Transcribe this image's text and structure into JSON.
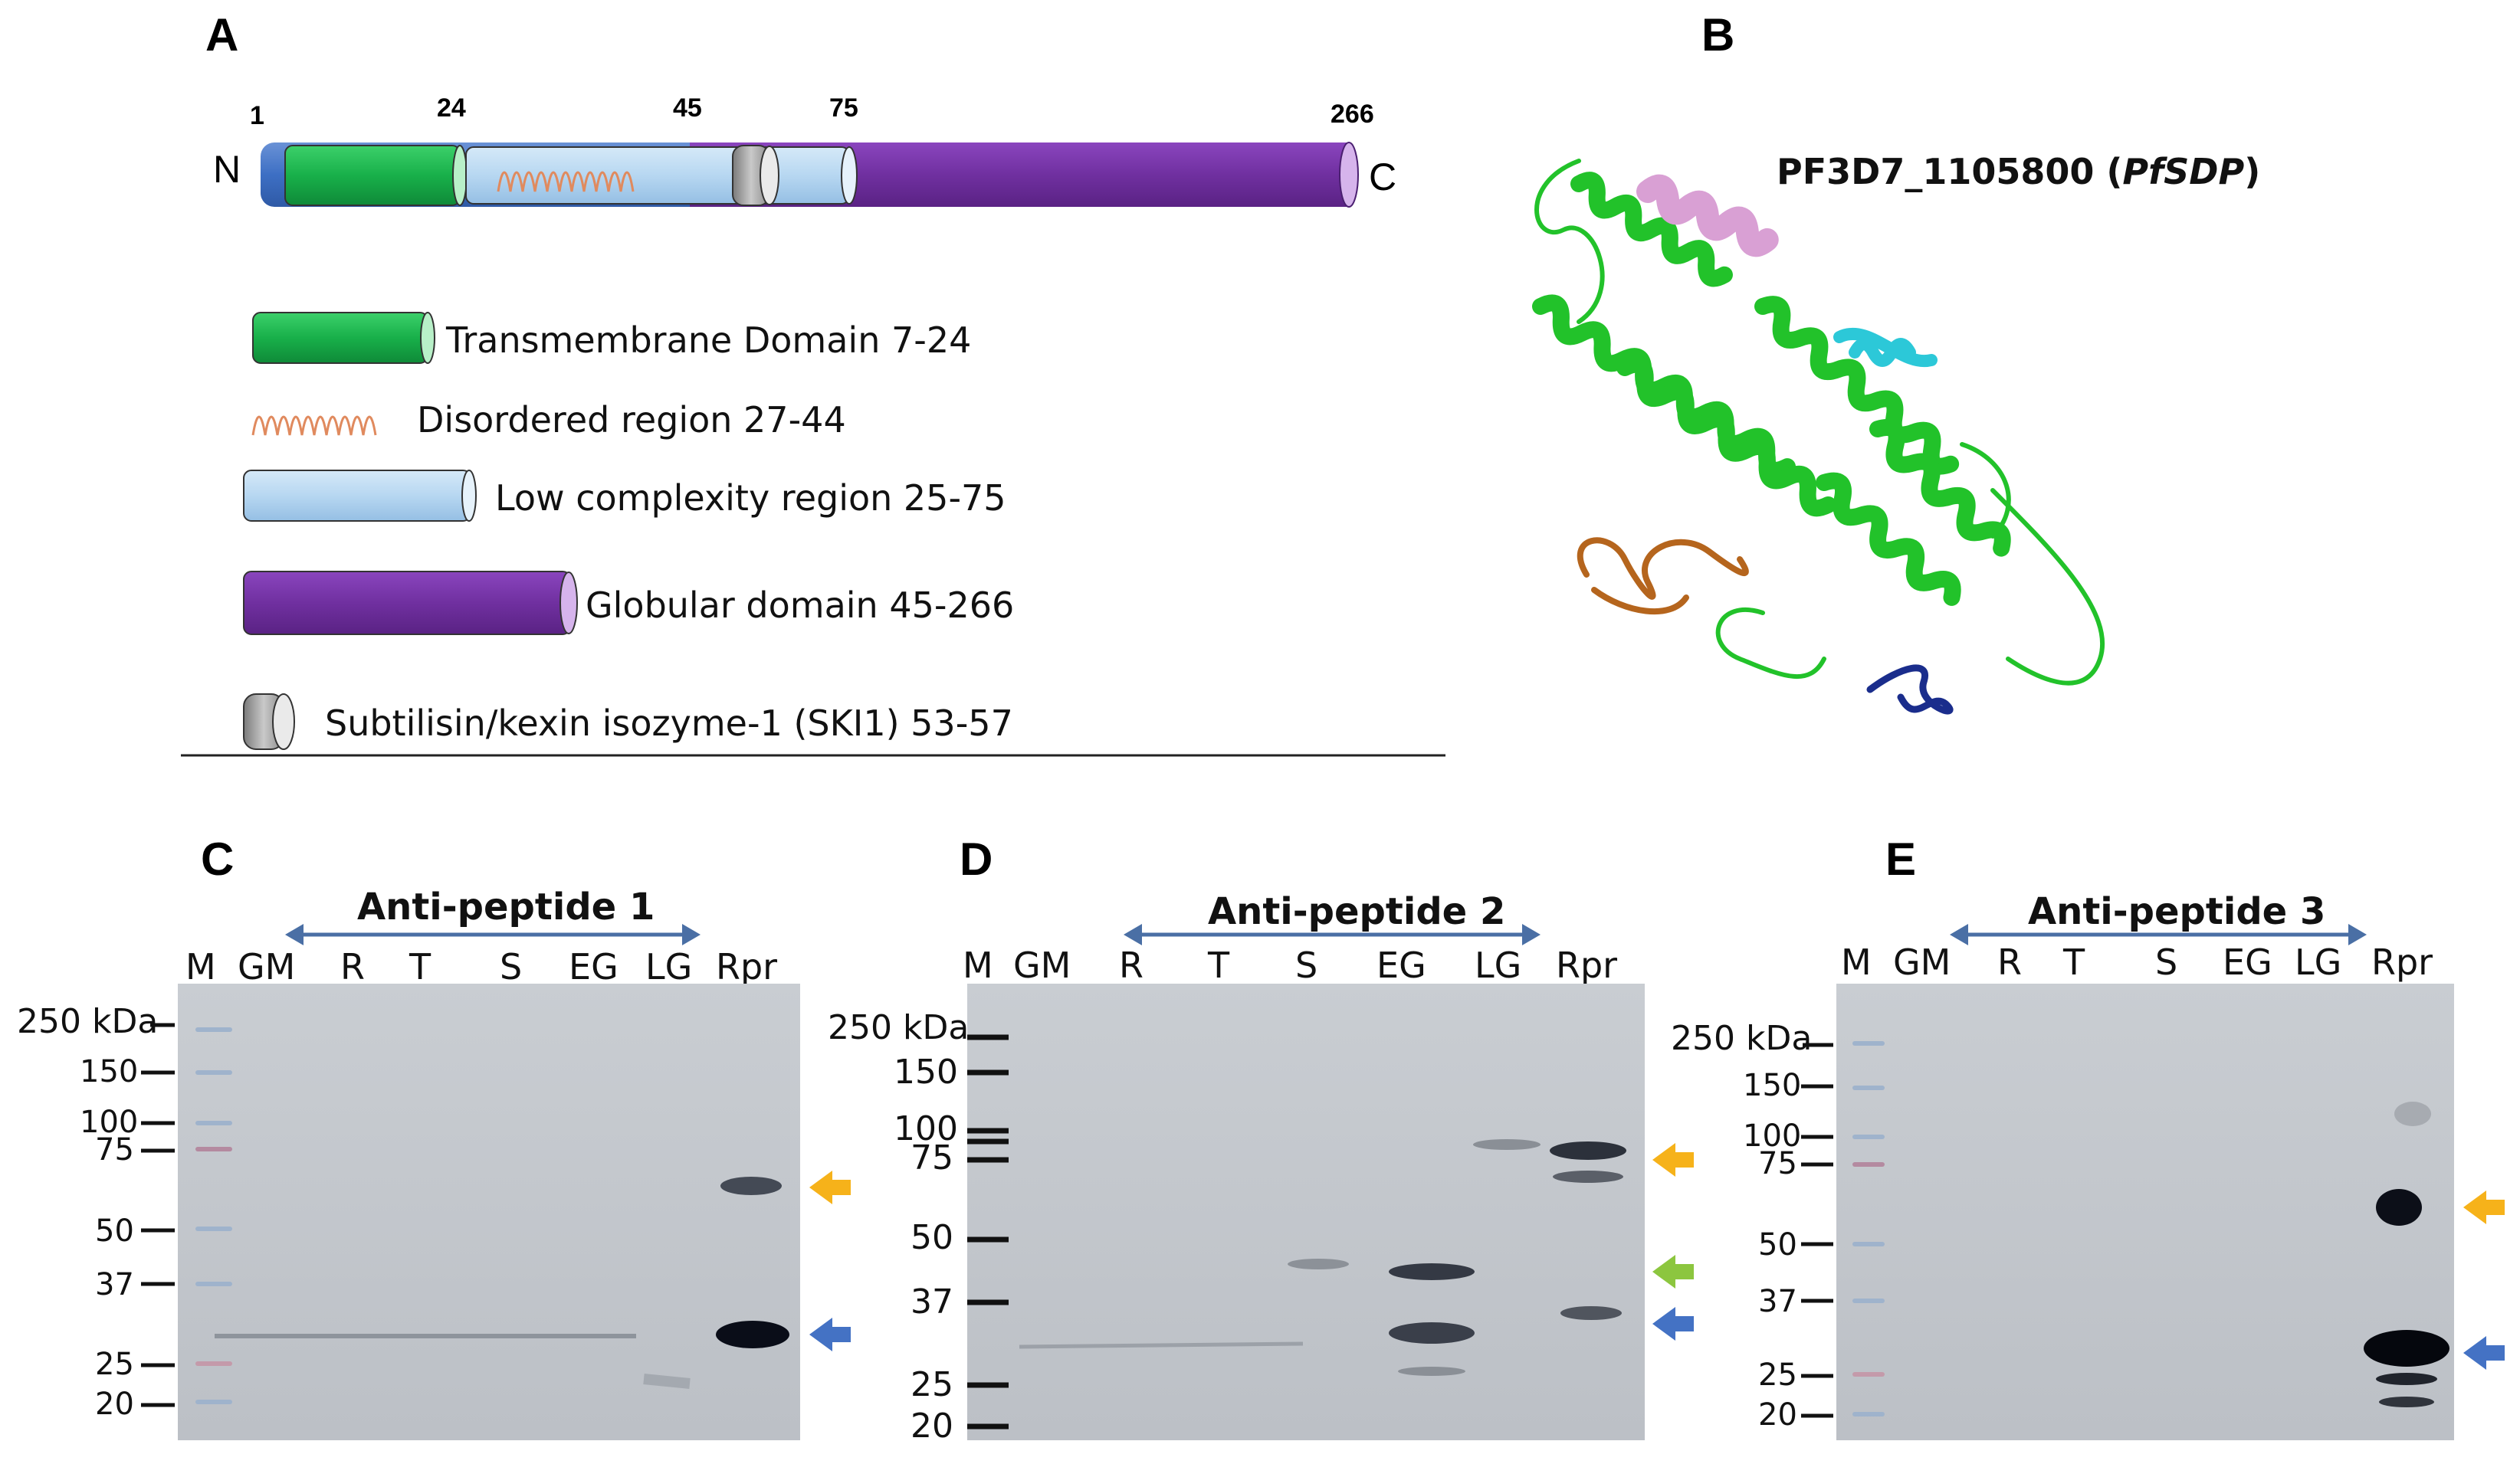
{
  "panels": {
    "a": {
      "letter": "A",
      "n_terminus": "N",
      "c_terminus": "C",
      "positions": [
        "1",
        "24",
        "45",
        "75",
        "266"
      ],
      "legend": [
        {
          "label": "Transmembrane Domain 7-24",
          "color": "#1fb24a"
        },
        {
          "label": "Disordered region 27-44",
          "color": "#e8a07a"
        },
        {
          "label": "Low complexity region 25-75",
          "color": "#b9d9f2"
        },
        {
          "label": "Globular domain 45-266",
          "color": "#7030a0"
        },
        {
          "label": "Subtilisin/kexin isozyme-1 (SKI1) 53-57",
          "color": "#9a9a9a"
        }
      ]
    },
    "b": {
      "letter": "B",
      "title_plain": "PF3D7_1105800 (",
      "title_italic": "PfSDP",
      "title_end": ")"
    },
    "blots": [
      {
        "letter": "C",
        "title": "Anti-peptide 1",
        "lanes": [
          "M",
          "GM",
          "R",
          "T",
          "S",
          "EG",
          "LG",
          "Rpr"
        ],
        "markers": [
          "250 kDa",
          "150",
          "100",
          "75",
          "50",
          "37",
          "25",
          "20"
        ]
      },
      {
        "letter": "D",
        "title": "Anti-peptide 2",
        "lanes": [
          "M",
          "GM",
          "R",
          "T",
          "S",
          "EG",
          "LG",
          "Rpr"
        ],
        "markers": [
          "250 kDa",
          "150",
          "100",
          "75",
          "50",
          "37",
          "25",
          "20"
        ]
      },
      {
        "letter": "E",
        "title": "Anti-peptide 3",
        "lanes": [
          "M",
          "GM",
          "R",
          "T",
          "S",
          "EG",
          "LG",
          "Rpr"
        ],
        "markers": [
          "250 kDa",
          "150",
          "100",
          "75",
          "50",
          "37",
          "25",
          "20"
        ]
      }
    ],
    "arrow_colors": {
      "orange": "#f6b21a",
      "green": "#8cc63f",
      "blue": "#4472c4"
    }
  }
}
